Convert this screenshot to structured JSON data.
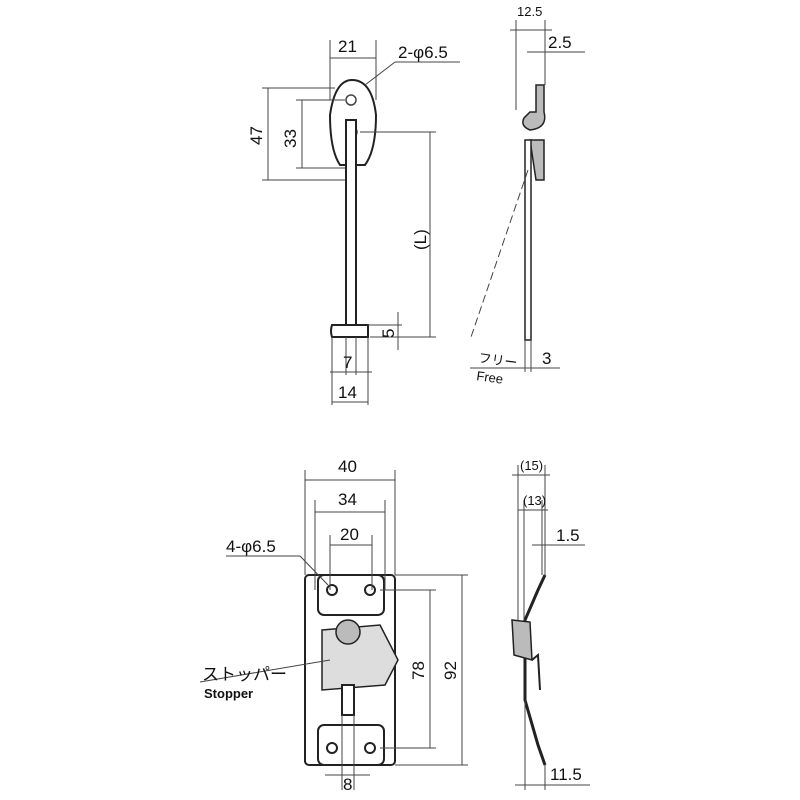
{
  "top_front": {
    "width": "21",
    "holes": "2-φ6.5",
    "height": "47",
    "hole_pitch": "33",
    "length": "(L)",
    "end_offset": "5",
    "rod_dia": "7",
    "foot_width": "14"
  },
  "top_side": {
    "depth": "12.5",
    "thickness": "2.5",
    "free_label_jp": "フリー",
    "free_label_en": "Free",
    "rod": "3"
  },
  "bottom_front": {
    "width": "40",
    "hole_pitch_w": "34",
    "inner_w": "20",
    "holes": "4-φ6.5",
    "stopper_jp": "ストッパー",
    "stopper_en": "Stopper",
    "hole_pitch_h": "78",
    "height": "92",
    "slot": "8"
  },
  "bottom_side": {
    "depth_outer": "(15)",
    "depth_inner": "(13)",
    "thickness": "1.5",
    "offset": "11.5"
  }
}
